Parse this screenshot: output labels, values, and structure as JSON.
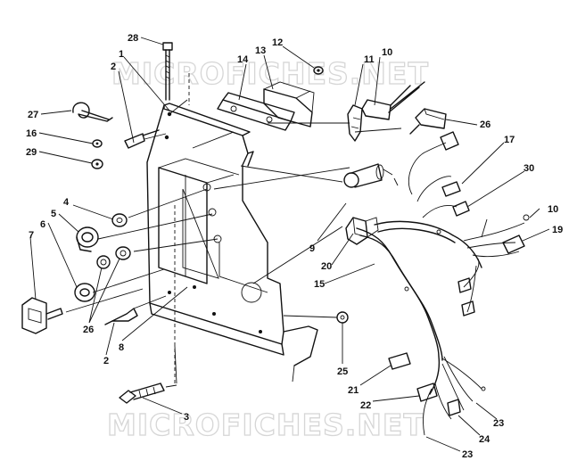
{
  "watermark": "MICROFICHES.NET",
  "callouts": [
    {
      "id": "c28a",
      "label": "28"
    },
    {
      "id": "c1",
      "label": "1"
    },
    {
      "id": "c2a",
      "label": "2"
    },
    {
      "id": "c27",
      "label": "27"
    },
    {
      "id": "c16",
      "label": "16"
    },
    {
      "id": "c29",
      "label": "29"
    },
    {
      "id": "c14",
      "label": "14"
    },
    {
      "id": "c13",
      "label": "13"
    },
    {
      "id": "c12",
      "label": "12"
    },
    {
      "id": "c11",
      "label": "11"
    },
    {
      "id": "c10a",
      "label": "10"
    },
    {
      "id": "c26a",
      "label": "26"
    },
    {
      "id": "c17",
      "label": "17"
    },
    {
      "id": "c30",
      "label": "30"
    },
    {
      "id": "c10b",
      "label": "10"
    },
    {
      "id": "c19",
      "label": "19"
    },
    {
      "id": "c4",
      "label": "4"
    },
    {
      "id": "c5",
      "label": "5"
    },
    {
      "id": "c6",
      "label": "6"
    },
    {
      "id": "c7",
      "label": "7"
    },
    {
      "id": "c9",
      "label": "9"
    },
    {
      "id": "c20",
      "label": "20"
    },
    {
      "id": "c15",
      "label": "15"
    },
    {
      "id": "c26b",
      "label": "26"
    },
    {
      "id": "c2b",
      "label": "2"
    },
    {
      "id": "c8",
      "label": "8"
    },
    {
      "id": "c25",
      "label": "25"
    },
    {
      "id": "c21",
      "label": "21"
    },
    {
      "id": "c22",
      "label": "22"
    },
    {
      "id": "c3",
      "label": "3"
    },
    {
      "id": "c23a",
      "label": "23"
    },
    {
      "id": "c24",
      "label": "24"
    },
    {
      "id": "c23b",
      "label": "23"
    }
  ]
}
